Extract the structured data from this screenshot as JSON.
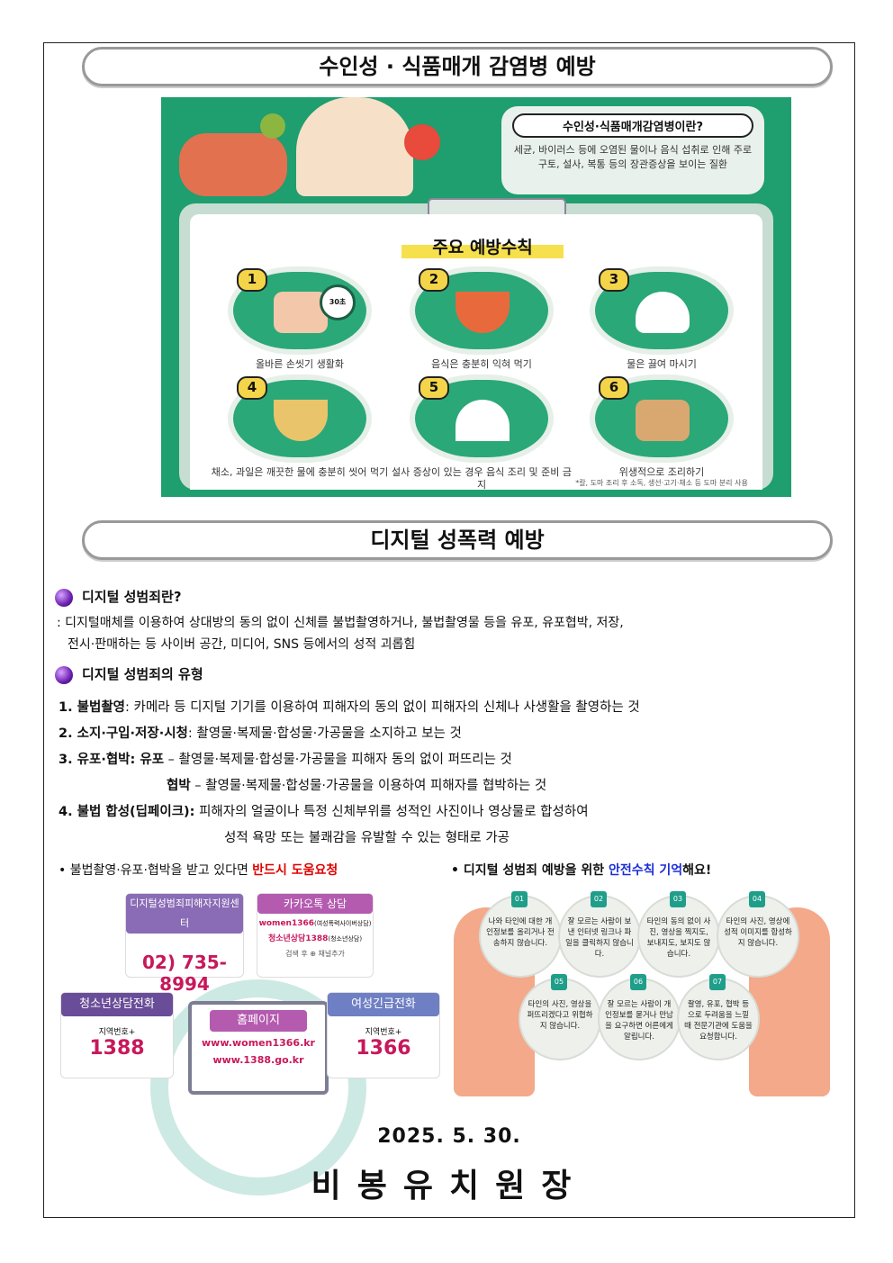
{
  "section1_title": "수인성 · 식품매개 감염병 예방",
  "poster": {
    "question": "수인성·식품매개감염병이란?",
    "definition": "세균, 바이러스 등에 오염된 물이나 음식 섭취로 인해 주로 구토, 설사, 복통 등의 장관증상을 보이는 질환",
    "rules_title": "주요 예방수칙",
    "timer_label": "30초",
    "rules": [
      {
        "num": "1",
        "text": "올바른 손씻기 생활화",
        "sub": ""
      },
      {
        "num": "2",
        "text": "음식은 충분히 익혀 먹기",
        "sub": ""
      },
      {
        "num": "3",
        "text": "물은 끓여 마시기",
        "sub": ""
      },
      {
        "num": "4",
        "text": "채소, 과일은 깨끗한 물에 충분히 씻어 먹기",
        "sub": ""
      },
      {
        "num": "5",
        "text": "설사 증상이 있는 경우 음식 조리 및 준비 금지",
        "sub": ""
      },
      {
        "num": "6",
        "text": "위생적으로 조리하기",
        "sub": "*칼, 도마 조리 후 소독, 생선·고기·채소 등 도마 분리 사용"
      }
    ]
  },
  "section2_title": "디지털 성폭력 예방",
  "def_heading": "디지털 성범죄란?",
  "def_text_1": ": 디지털매체를 이용하여 상대방의 동의 없이 신체를 불법촬영하거나, 불법촬영물 등을 유포, 유포협박, 저장,",
  "def_text_2": "전시·판매하는 등 사이버 공간, 미디어, SNS 등에서의 성적 괴롭힘",
  "types_heading": "디지털 성범죄의 유형",
  "types": [
    {
      "label": "1. 불법촬영",
      "text": ": 카메라 등 디지털 기기를 이용하여 피해자의 동의 없이 피해자의 신체나 사생활을 촬영하는 것"
    },
    {
      "label": "2. 소지·구입·저장·시청",
      "text": ": 촬영물·복제물·합성물·가공물을 소지하고 보는 것"
    },
    {
      "label": "3. 유포·협박: 유포",
      "text": " – 촬영물·복제물·합성물·가공물을 피해자 동의 없이 퍼뜨리는 것"
    },
    {
      "label": "협박",
      "text": " – 촬영물·복제물·합성물·가공물을 이용하여 피해자를 협박하는 것"
    },
    {
      "label": "4. 불법 합성(딥페이크):",
      "text": " 피해자의 얼굴이나 특정 신체부위를 성적인 사진이나 영상물로 합성하여"
    },
    {
      "label": "",
      "text": "성적 욕망 또는 불쾌감을 유발할 수 있는 형태로 가공"
    }
  ],
  "bullet_left": {
    "prefix": "• 불법촬영·유포·협박을 받고 있다면 ",
    "highlight": "반드시 도움요청"
  },
  "bullet_right": {
    "prefix": "• 디지털 성범죄 예방을 위한 ",
    "highlight": "안전수칙 기억",
    "suffix": "해요!"
  },
  "help": {
    "center_title": "디지털성범죄피해자지원센터",
    "center_phone": "02) 735-8994",
    "kakao_title": "카카오톡 상담",
    "kakao_line1": "women1366",
    "kakao_line1_note": "(여성폭력사이버상담)",
    "kakao_line2": "청소년상담1388",
    "kakao_line2_note": "(청소년상담)",
    "kakao_line3": "검색 후 ⊕ 채널추가",
    "youth_title": "청소년상담전화",
    "youth_label": "지역번호+",
    "youth_number": "1388",
    "women_title": "여성긴급전화",
    "women_label": "지역번호+",
    "women_number": "1366",
    "home_title": "홈페이지",
    "home_url1": "www.women1366.kr",
    "home_url2": "www.1388.go.kr"
  },
  "tips": [
    {
      "num": "01",
      "text": "나와 타인에 대한 개인정보를 올리거나 전송하지 않습니다."
    },
    {
      "num": "02",
      "text": "잘 모르는 사람이 보낸 인터넷 링크나 파일을 클릭하지 않습니다."
    },
    {
      "num": "03",
      "text": "타인의 동의 없이 사진, 영상을 찍지도, 보내지도, 보지도 않습니다."
    },
    {
      "num": "04",
      "text": "타인의 사진, 영상에 성적 이미지를 합성하지 않습니다."
    },
    {
      "num": "05",
      "text": "타인의 사진, 영상을 퍼뜨리겠다고 위협하지 않습니다."
    },
    {
      "num": "06",
      "text": "잘 모르는 사람이 개인정보를 묻거나 만남을 요구하면 어른에게 알립니다."
    },
    {
      "num": "07",
      "text": "촬영, 유포, 협박 등 으로 두려움을 느낄 때 전문기관에 도움을 요청합니다."
    }
  ],
  "date": "2025. 5. 30.",
  "principal": "비봉유치원장",
  "colors": {
    "poster_green": "#1f9e6f",
    "highlight_red": "#e00000",
    "highlight_blue": "#1a2dd6",
    "accent_yellow": "#f4d54a"
  }
}
